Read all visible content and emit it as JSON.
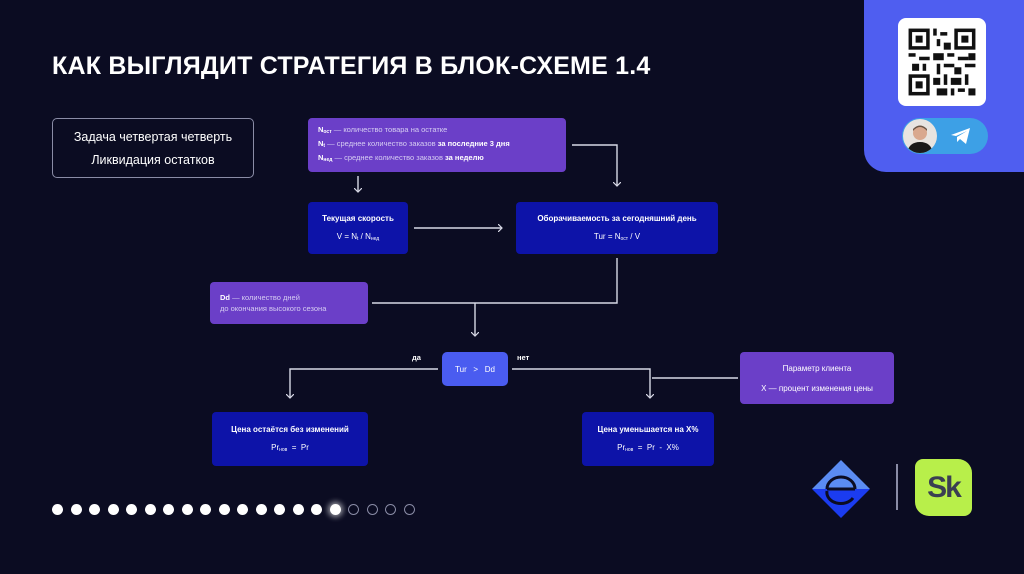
{
  "slide": {
    "title": "КАК ВЫГЛЯДИТ СТРАТЕГИЯ В БЛОК-СХЕМЕ 1.4"
  },
  "task": {
    "line1": "Задача четвертая четверть",
    "line2": "Ликвидация остатков"
  },
  "definitions": {
    "items": [
      {
        "symbol": "N",
        "sub": "ост",
        "dash": " — ",
        "text": "количество товара на остатке",
        "bold_suffix": ""
      },
      {
        "symbol": "N",
        "sub": "t",
        "dash": " — ",
        "text": "среднее количество заказов ",
        "bold_suffix": "за последние 3 дня"
      },
      {
        "symbol": "N",
        "sub": "нед",
        "dash": " — ",
        "text": "среднее количество заказов ",
        "bold_suffix": "за неделю"
      }
    ]
  },
  "speed": {
    "head": "Текущая скорость",
    "formula_left": "V  =  N",
    "sub1": "t",
    "mid": " / N",
    "sub2": "нед"
  },
  "turnover": {
    "head": "Оборачиваемость за сегодняшний день",
    "formula_left": "Tur  =  N",
    "sub1": "ост",
    "tail": " / V"
  },
  "days": {
    "bold": "Dd",
    "line1_rest": " — количество дней",
    "line2": "до окончания высокого сезона"
  },
  "decision": {
    "text": "Tur   >   Dd",
    "yes_label": "да",
    "no_label": "нет"
  },
  "client_param": {
    "head": "Параметр клиента",
    "text": "X — процент изменения цены"
  },
  "price_keep": {
    "head": "Цена остаётся без изменений",
    "formula_left": "Pr",
    "sub": "нов",
    "formula_right": "  =  Pr"
  },
  "price_decrease": {
    "head": "Цена уменьшается на X%",
    "formula_left": "Pr",
    "sub": "нов",
    "formula_right": "  =  Pr  -  X%"
  },
  "pagination": {
    "total": 20,
    "current": 16
  },
  "colors": {
    "background": "#0b0c22",
    "purple_box": "#6b3fc8",
    "blue_box": "#0d13a8",
    "decision_box": "#4a5cf0",
    "qr_panel": "#4f5ef0",
    "telegram": "#3da0e6",
    "sk_logo": "#b8ef4a"
  },
  "icons": {
    "qr": "qr-code-icon",
    "telegram": "telegram-icon",
    "avatar": "avatar",
    "left_logo": "diamond-e-logo",
    "right_logo": "skolkovo-logo"
  },
  "sk_logo_text": "Sk"
}
